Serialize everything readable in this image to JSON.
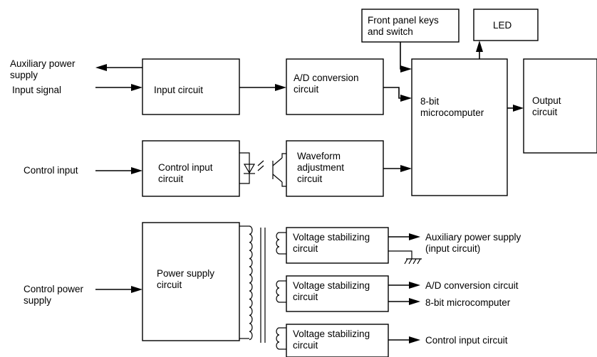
{
  "blocks": {
    "front_panel": [
      "Front panel keys",
      "and switch"
    ],
    "led": [
      "LED"
    ],
    "input_circuit": [
      "Input circuit"
    ],
    "ad_conversion": [
      "A/D conversion",
      "circuit"
    ],
    "microcomputer": [
      "8-bit",
      "microcomputer"
    ],
    "output_circuit": [
      "Output",
      "circuit"
    ],
    "control_input_circuit": [
      "Control input",
      "circuit"
    ],
    "waveform_adjustment": [
      "Waveform",
      "adjustment",
      "circuit"
    ],
    "power_supply_circuit": [
      "Power supply",
      "circuit"
    ],
    "voltage_stabilizing_1": [
      "Voltage stabilizing",
      "circuit"
    ],
    "voltage_stabilizing_2": [
      "Voltage stabilizing",
      "circuit"
    ],
    "voltage_stabilizing_3": [
      "Voltage stabilizing",
      "circuit"
    ]
  },
  "labels": {
    "auxiliary_power_supply": [
      "Auxiliary power",
      "supply"
    ],
    "input_signal": [
      "Input signal"
    ],
    "control_input": [
      "Control input"
    ],
    "control_power_supply": [
      "Control power",
      "supply"
    ],
    "out_aux_power": [
      "Auxiliary power supply",
      "(input circuit)"
    ],
    "out_ad_conversion": [
      "A/D conversion circuit"
    ],
    "out_microcomputer": [
      "8-bit microcomputer"
    ],
    "out_control_input": [
      "Control input circuit"
    ]
  }
}
